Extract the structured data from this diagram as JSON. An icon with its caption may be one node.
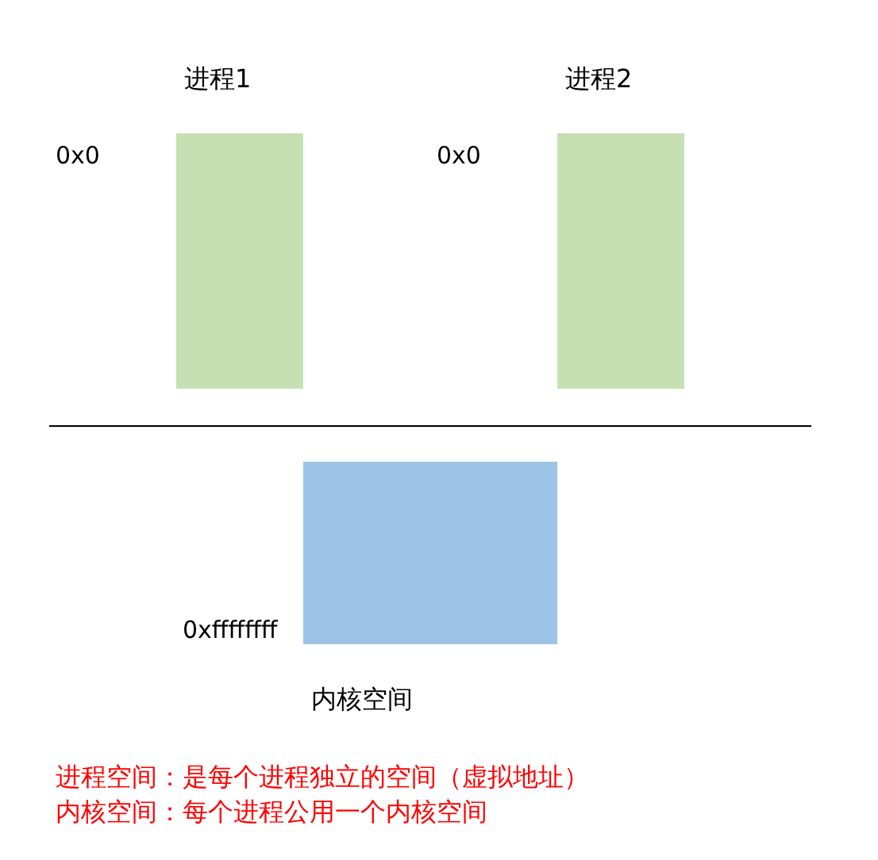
{
  "diagram": {
    "nodes": [
      {
        "text": [
          "进程1"
        ]
      },
      {
        "text": [
          "进程2"
        ]
      },
      {
        "text": [
          "内核空间"
        ]
      }
    ],
    "labels": [
      "0x0",
      "0x0",
      "0xffffffff",
      "进程空间：是每个进程独立的空间（虚拟地址）",
      "内核空间：每个进程公用一个内核空间"
    ]
  }
}
